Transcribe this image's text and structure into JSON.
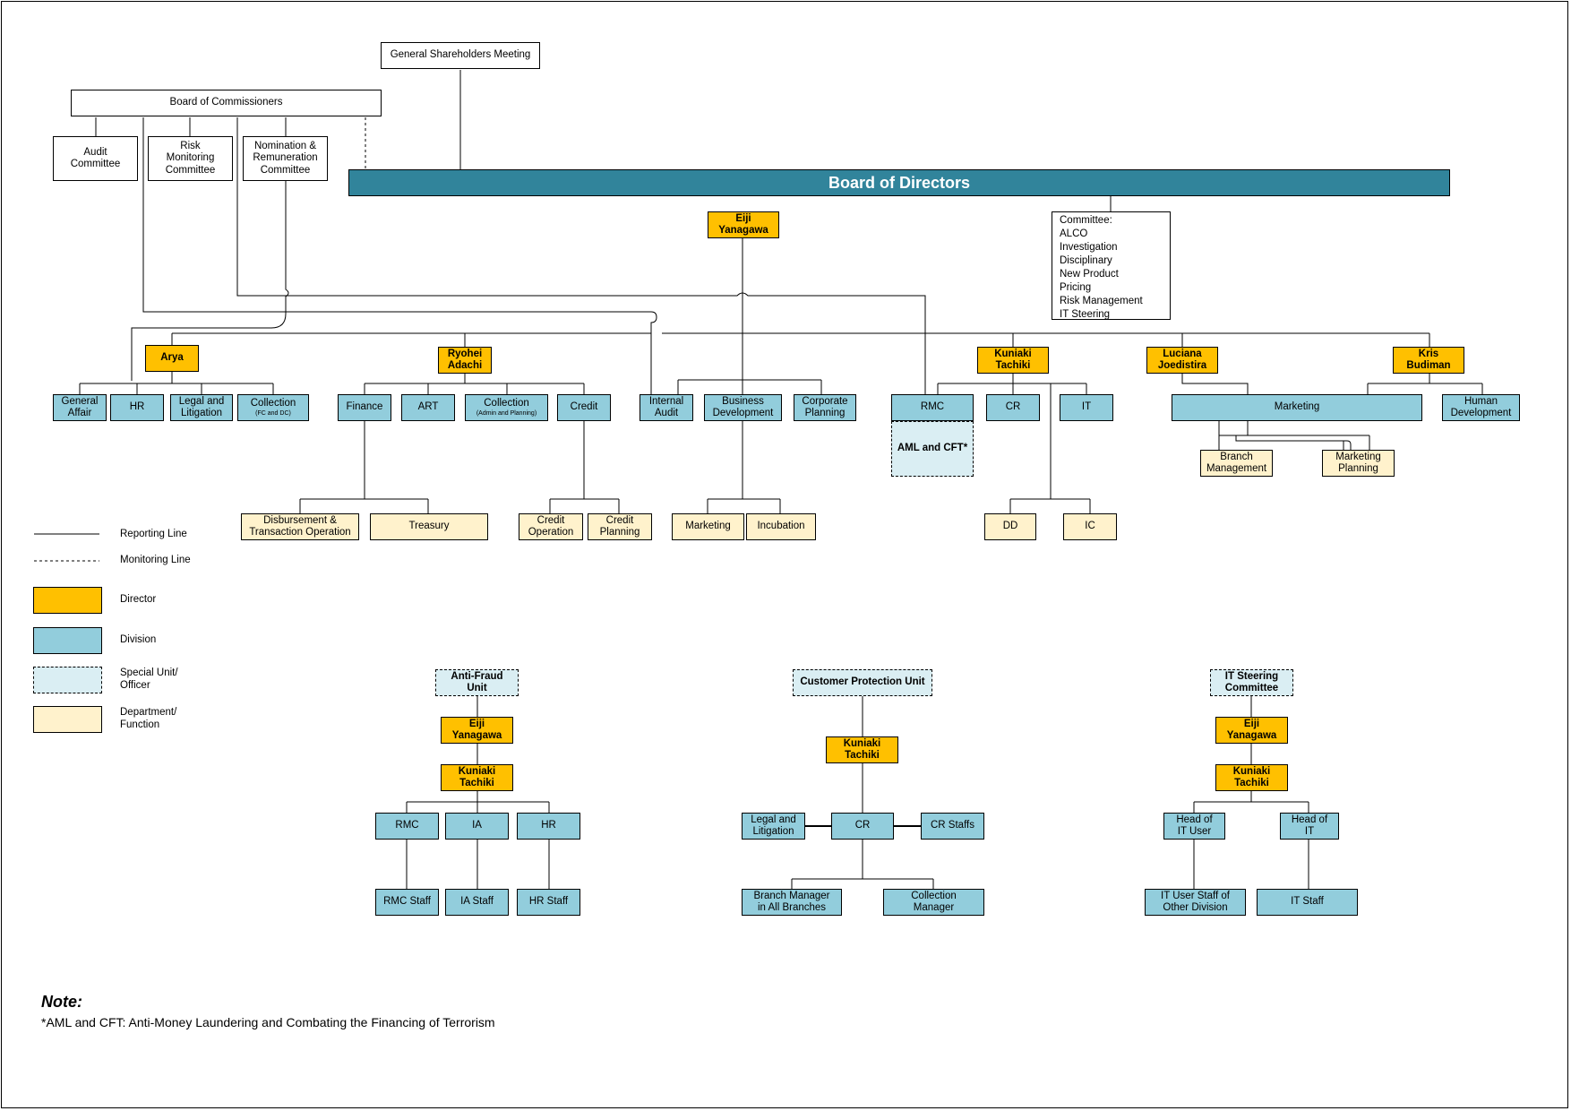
{
  "top": {
    "gsm": "General Shareholders Meeting",
    "boc": "Board of Commissioners",
    "audit_committee": "Audit\nCommittee",
    "risk_committee": "Risk\nMonitoring\nCommittee",
    "nomination_committee": "Nomination &\nRemuneration\nCommittee",
    "bod": "Board of Directors",
    "bod_committee": "Committee:\nALCO\nInvestigation\nDisciplinary\nNew Product\nPricing\nRisk Management\nIT Steering"
  },
  "directors": {
    "president": "Eiji\nYanagawa",
    "arya": "Arya",
    "ryohei": "Ryohei\nAdachi",
    "kuniaki": "Kuniaki\nTachiki",
    "luciana": "Luciana\nJoedistira",
    "kris": "Kris\nBudiman"
  },
  "divisions": {
    "general_affair": "General\nAffair",
    "hr": "HR",
    "legal": "Legal and\nLitigation",
    "collection_arya": "Collection",
    "collection_arya_sub": "(FC and DC)",
    "finance": "Finance",
    "art": "ART",
    "collection_ryohei": "Collection",
    "collection_ryohei_sub": "(Admin and Planning)",
    "credit": "Credit",
    "internal_audit": "Internal\nAudit",
    "business_dev": "Business\nDevelopment",
    "corporate_planning": "Corporate\nPlanning",
    "rmc": "RMC",
    "cr": "CR",
    "it": "IT",
    "marketing": "Marketing",
    "human_dev": "Human\nDevelopment"
  },
  "special": {
    "aml": "AML and CFT*"
  },
  "departments": {
    "disbursement": "Disbursement &\nTransaction Operation",
    "treasury": "Treasury",
    "credit_operation": "Credit\nOperation",
    "credit_planning": "Credit\nPlanning",
    "marketing": "Marketing",
    "incubation": "Incubation",
    "dd": "DD",
    "ic": "IC",
    "branch_mgmt": "Branch\nManagement",
    "marketing_planning": "Marketing\nPlanning"
  },
  "legend": {
    "reporting": "Reporting Line",
    "monitoring": "Monitoring Line",
    "director": "Director",
    "division": "Division",
    "special": "Special Unit/\nOfficer",
    "department": "Department/\nFunction"
  },
  "anti_fraud": {
    "unit": "Anti-Fraud\nUnit",
    "dir1": "Eiji\nYanagawa",
    "dir2": "Kuniaki\nTachiki",
    "rmc": "RMC",
    "ia": "IA",
    "hr": "HR",
    "rmc_staff": "RMC Staff",
    "ia_staff": "IA Staff",
    "hr_staff": "HR Staff"
  },
  "customer_protection": {
    "unit": "Customer Protection Unit",
    "dir": "Kuniaki\nTachiki",
    "legal": "Legal and\nLitigation",
    "cr": "CR",
    "cr_staffs": "CR Staffs",
    "branch_manager": "Branch Manager\nin All Branches",
    "collection_manager": "Collection\nManager"
  },
  "it_steering": {
    "unit": "IT Steering\nCommittee",
    "dir1": "Eiji\nYanagawa",
    "dir2": "Kuniaki\nTachiki",
    "head_user": "Head of\nIT User",
    "head_it": "Head of\nIT",
    "user_staff": "IT User Staff of\nOther Division",
    "it_staff": "IT Staff"
  },
  "note": {
    "title": "Note:",
    "text": "*AML and CFT: Anti-Money Laundering and Combating the Financing of Terrorism"
  },
  "colors": {
    "director": "#ffc000",
    "division": "#92cddc",
    "special": "#daeef3",
    "department": "#fff2cc",
    "board": "#31849b"
  }
}
